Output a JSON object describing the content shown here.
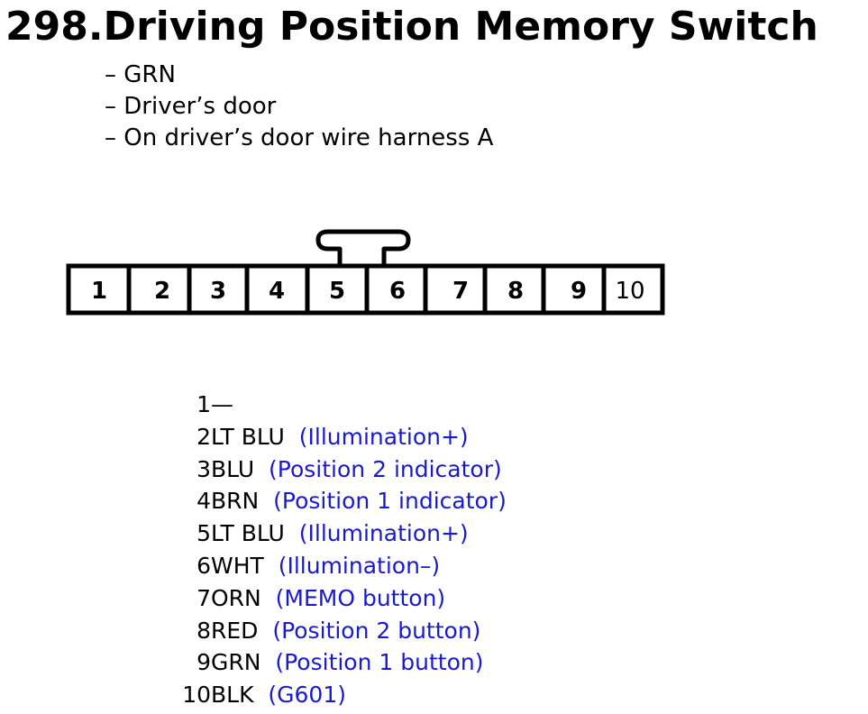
{
  "title": "298.Driving Position Memory Switch",
  "info": [
    "– GRN",
    "– Driver’s door",
    "– On driver’s door wire harness A"
  ],
  "connector": {
    "pins": [
      "1",
      "2",
      "3",
      "4",
      "5",
      "6",
      "7",
      "8",
      "9",
      "10"
    ],
    "latch_over_pins": [
      "5",
      "6"
    ]
  },
  "pinout": [
    {
      "no": "1",
      "color": "",
      "dash": " —",
      "func": ""
    },
    {
      "no": "2",
      "color": "LT BLU",
      "dash": "",
      "func": "(Illumination+)"
    },
    {
      "no": "3",
      "color": "BLU",
      "dash": "",
      "func": "(Position 2 indicator)"
    },
    {
      "no": "4",
      "color": "BRN",
      "dash": "",
      "func": "(Position 1 indicator)"
    },
    {
      "no": "5",
      "color": "LT BLU",
      "dash": "",
      "func": "(Illumination+)"
    },
    {
      "no": "6",
      "color": "WHT",
      "dash": "",
      "func": "(Illumination–)"
    },
    {
      "no": "7",
      "color": "ORN",
      "dash": "",
      "func": "(MEMO button)"
    },
    {
      "no": "8",
      "color": "RED",
      "dash": "",
      "func": "(Position 2 button)"
    },
    {
      "no": "9",
      "color": "GRN",
      "dash": "",
      "func": "(Position 1 button)"
    },
    {
      "no": "10",
      "color": "BLK",
      "dash": "",
      "func": "(G601)"
    }
  ]
}
